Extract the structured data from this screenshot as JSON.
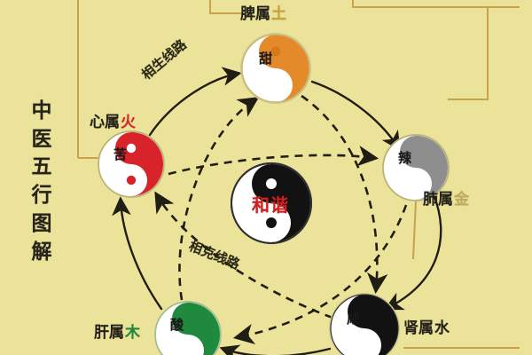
{
  "diagram": {
    "background_color": "#ece39a",
    "title_vertical": [
      "中",
      "医",
      "五",
      "行",
      "图",
      "解"
    ],
    "title_text": "中医五行图解",
    "center": {
      "label": "和谐",
      "label_color": "#cf1f1f",
      "symbol": "yin-yang",
      "fill_dark": "#1a1a1a",
      "fill_light": "#ffffff"
    },
    "path_labels": [
      {
        "name": "generating-cycle-label",
        "text": "相生线路",
        "style": "solid"
      },
      {
        "name": "controlling-cycle-label",
        "text": "相克线路",
        "style": "dashed"
      }
    ],
    "nodes": [
      {
        "id": "earth",
        "organ_label": "脾属土",
        "organ": "脾属",
        "element": "土",
        "element_color": "#c9a23a",
        "taste": "甜",
        "color": "#e58a2a",
        "position": "top"
      },
      {
        "id": "metal",
        "organ_label": "肺属金",
        "organ": "肺属",
        "element": "金",
        "element_color": "#c2ab5e",
        "taste": "辣",
        "color": "#8e8e8e",
        "position": "right"
      },
      {
        "id": "water",
        "organ_label": "肾属水",
        "organ": "肾属",
        "element": "水",
        "element_color": "#23211a",
        "taste": "咸",
        "color": "#121212",
        "position": "bottom-right"
      },
      {
        "id": "wood",
        "organ_label": "肝属木",
        "organ": "肝属",
        "element": "木",
        "element_color": "#1f8a3d",
        "taste": "酸",
        "color": "#1f8a3d",
        "position": "bottom-left"
      },
      {
        "id": "fire",
        "organ_label": "心属火",
        "organ": "心属",
        "element": "火",
        "element_color": "#d8232a",
        "taste": "苦",
        "color": "#d8232a",
        "position": "left"
      }
    ],
    "connector_color": "#c9a24a",
    "arrow_color": "#201d12"
  }
}
